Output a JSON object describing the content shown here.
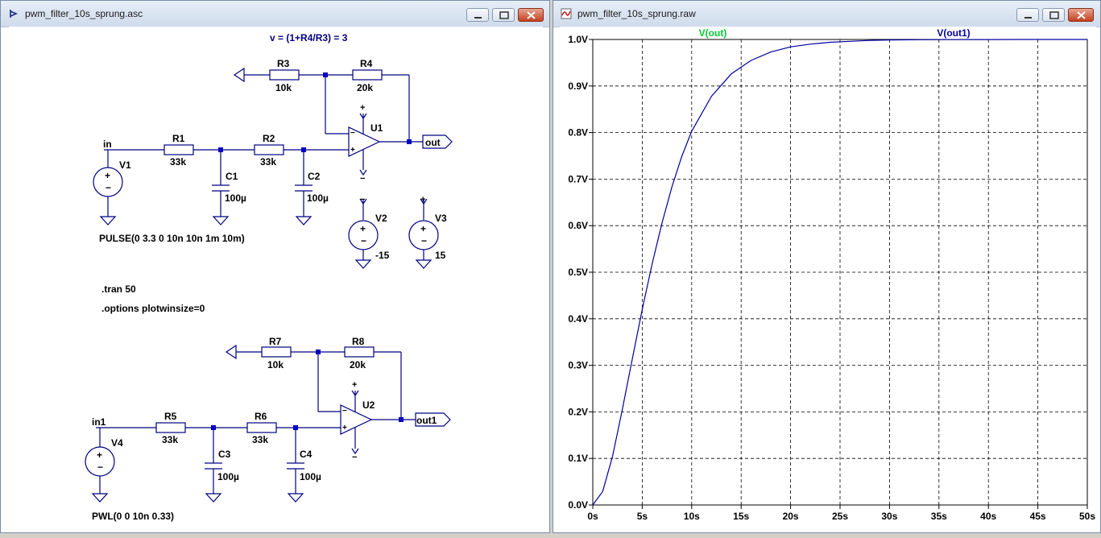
{
  "schematic_window": {
    "title": "pwm_filter_10s_sprung.asc",
    "gain_note": "v = (1+R4/R3) = 3",
    "circuit1": {
      "r3": {
        "name": "R3",
        "value": "10k"
      },
      "r4": {
        "name": "R4",
        "value": "20k"
      },
      "r1": {
        "name": "R1",
        "value": "33k"
      },
      "r2": {
        "name": "R2",
        "value": "33k"
      },
      "c1": {
        "name": "C1",
        "value": "100µ"
      },
      "c2": {
        "name": "C2",
        "value": "100µ"
      },
      "u1": "U1",
      "in_label": "in",
      "out_label": "out",
      "v1": "V1",
      "v1_value": "PULSE(0 3.3 0 10n 10n 1m 10m)",
      "v2": "V2",
      "v2_value": "-15",
      "v3": "V3",
      "v3_value": "15"
    },
    "directives": [
      ".tran 50",
      ".options plotwinsize=0"
    ],
    "circuit2": {
      "r7": {
        "name": "R7",
        "value": "10k"
      },
      "r8": {
        "name": "R8",
        "value": "20k"
      },
      "r5": {
        "name": "R5",
        "value": "33k"
      },
      "r6": {
        "name": "R6",
        "value": "33k"
      },
      "c3": {
        "name": "C3",
        "value": "100µ"
      },
      "c4": {
        "name": "C4",
        "value": "100µ"
      },
      "u2": "U2",
      "in_label": "in1",
      "out_label": "out1",
      "v4": "V4",
      "v4_value": "PWL(0 0 10n 0.33)"
    }
  },
  "waveform_window": {
    "title": "pwm_filter_10s_sprung.raw",
    "chart_data": {
      "type": "line",
      "series": [
        {
          "name": "V(out)",
          "color": "#00cc33",
          "x": [],
          "y": []
        },
        {
          "name": "V(out1)",
          "color": "#0000a0",
          "x": [
            0,
            1,
            2,
            3,
            4,
            5,
            6,
            7,
            8,
            9,
            10,
            12,
            14,
            16,
            18,
            20,
            22,
            24,
            26,
            28,
            30,
            33,
            36,
            40,
            45,
            50
          ],
          "y": [
            0.0,
            0.029,
            0.105,
            0.206,
            0.314,
            0.42,
            0.518,
            0.606,
            0.683,
            0.749,
            0.803,
            0.878,
            0.926,
            0.955,
            0.973,
            0.984,
            0.99,
            0.994,
            0.996,
            0.998,
            0.999,
            0.9995,
            0.9998,
            0.9999,
            1.0,
            1.0
          ]
        }
      ],
      "xticks": [
        "0s",
        "5s",
        "10s",
        "15s",
        "20s",
        "25s",
        "30s",
        "35s",
        "40s",
        "45s",
        "50s"
      ],
      "yticks": [
        "0.0V",
        "0.1V",
        "0.2V",
        "0.3V",
        "0.4V",
        "0.5V",
        "0.6V",
        "0.7V",
        "0.8V",
        "0.9V",
        "1.0V"
      ],
      "xlim": [
        0,
        50
      ],
      "ylim": [
        0,
        1.0
      ],
      "grid": true
    }
  }
}
